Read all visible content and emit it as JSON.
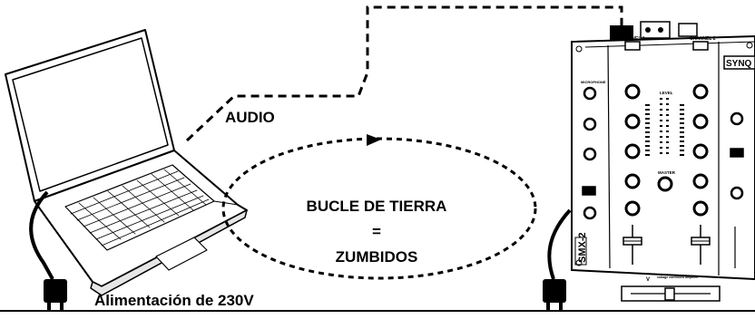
{
  "labels": {
    "audio": "AUDIO",
    "loop_line1": "BUCLE DE TIERRA",
    "loop_line2": "=",
    "loop_line3": "ZUMBIDOS",
    "power": "Alimentación de 230V"
  },
  "mixer": {
    "channel1": "CHANNEL 1",
    "channel2": "CHANNEL 2",
    "brand": "SYNQ",
    "level": "LEVEL",
    "master": "MASTER",
    "microphone": "MICROPHONE",
    "model": "SMX-2",
    "vca": "V",
    "vca_suffix": "voltage controlled amplifier"
  },
  "colors": {
    "line": "#000000",
    "background": "#ffffff",
    "device_fill": "#ffffff"
  }
}
